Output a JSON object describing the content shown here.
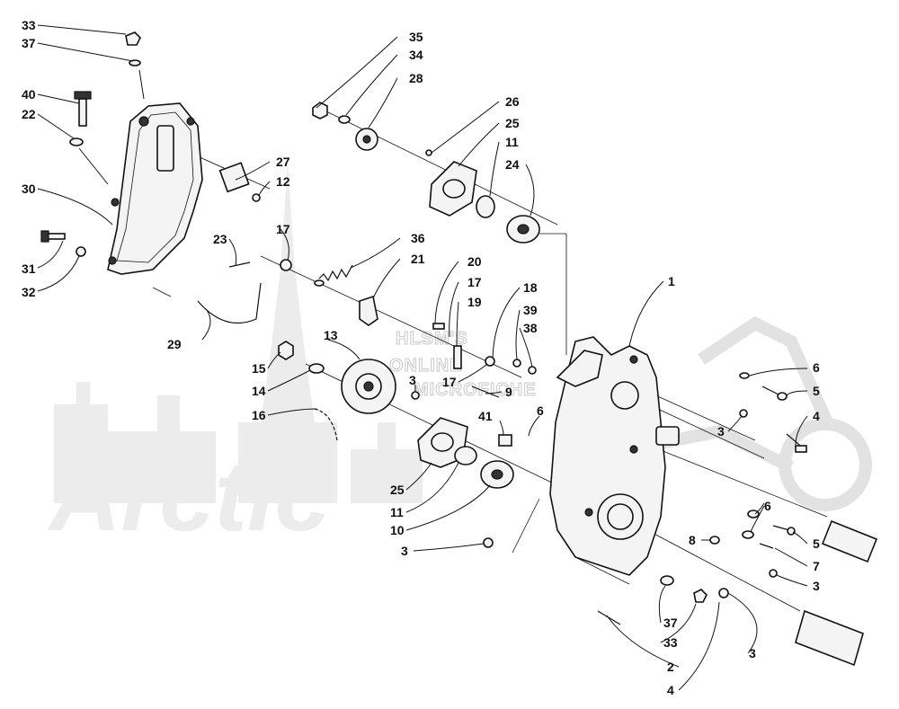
{
  "watermark": {
    "line1": "HLSM'S",
    "line2": "ONLINE",
    "line3": "MICROFICHE",
    "brand": "Arctic"
  },
  "callouts": [
    {
      "id": "c1",
      "text": "33"
    },
    {
      "id": "c2",
      "text": "37"
    },
    {
      "id": "c3",
      "text": "40"
    },
    {
      "id": "c4",
      "text": "22"
    },
    {
      "id": "c5",
      "text": "30"
    },
    {
      "id": "c6",
      "text": "31"
    },
    {
      "id": "c7",
      "text": "32"
    },
    {
      "id": "c8",
      "text": "35"
    },
    {
      "id": "c9",
      "text": "34"
    },
    {
      "id": "c10",
      "text": "28"
    },
    {
      "id": "c11",
      "text": "26"
    },
    {
      "id": "c12",
      "text": "25"
    },
    {
      "id": "c13",
      "text": "11"
    },
    {
      "id": "c14",
      "text": "24"
    },
    {
      "id": "c15",
      "text": "27"
    },
    {
      "id": "c16",
      "text": "12"
    },
    {
      "id": "c17",
      "text": "23"
    },
    {
      "id": "c18",
      "text": "17"
    },
    {
      "id": "c19",
      "text": "36"
    },
    {
      "id": "c20",
      "text": "21"
    },
    {
      "id": "c21",
      "text": "29"
    },
    {
      "id": "c22",
      "text": "20"
    },
    {
      "id": "c23",
      "text": "17"
    },
    {
      "id": "c24",
      "text": "19"
    },
    {
      "id": "c25",
      "text": "18"
    },
    {
      "id": "c26",
      "text": "39"
    },
    {
      "id": "c27",
      "text": "38"
    },
    {
      "id": "c28",
      "text": "1"
    },
    {
      "id": "c29",
      "text": "13"
    },
    {
      "id": "c30",
      "text": "15"
    },
    {
      "id": "c31",
      "text": "14"
    },
    {
      "id": "c32",
      "text": "16"
    },
    {
      "id": "c33",
      "text": "3"
    },
    {
      "id": "c34",
      "text": "17"
    },
    {
      "id": "c35",
      "text": "9"
    },
    {
      "id": "c36",
      "text": "41"
    },
    {
      "id": "c37",
      "text": "6"
    },
    {
      "id": "c38",
      "text": "6"
    },
    {
      "id": "c39",
      "text": "5"
    },
    {
      "id": "c40",
      "text": "3"
    },
    {
      "id": "c41",
      "text": "4"
    },
    {
      "id": "c42",
      "text": "25"
    },
    {
      "id": "c43",
      "text": "11"
    },
    {
      "id": "c44",
      "text": "10"
    },
    {
      "id": "c45",
      "text": "3"
    },
    {
      "id": "c46",
      "text": "6"
    },
    {
      "id": "c47",
      "text": "8"
    },
    {
      "id": "c48",
      "text": "5"
    },
    {
      "id": "c49",
      "text": "7"
    },
    {
      "id": "c50",
      "text": "3"
    },
    {
      "id": "c51",
      "text": "37"
    },
    {
      "id": "c52",
      "text": "33"
    },
    {
      "id": "c53",
      "text": "2"
    },
    {
      "id": "c54",
      "text": "3"
    },
    {
      "id": "c55",
      "text": "4"
    }
  ]
}
